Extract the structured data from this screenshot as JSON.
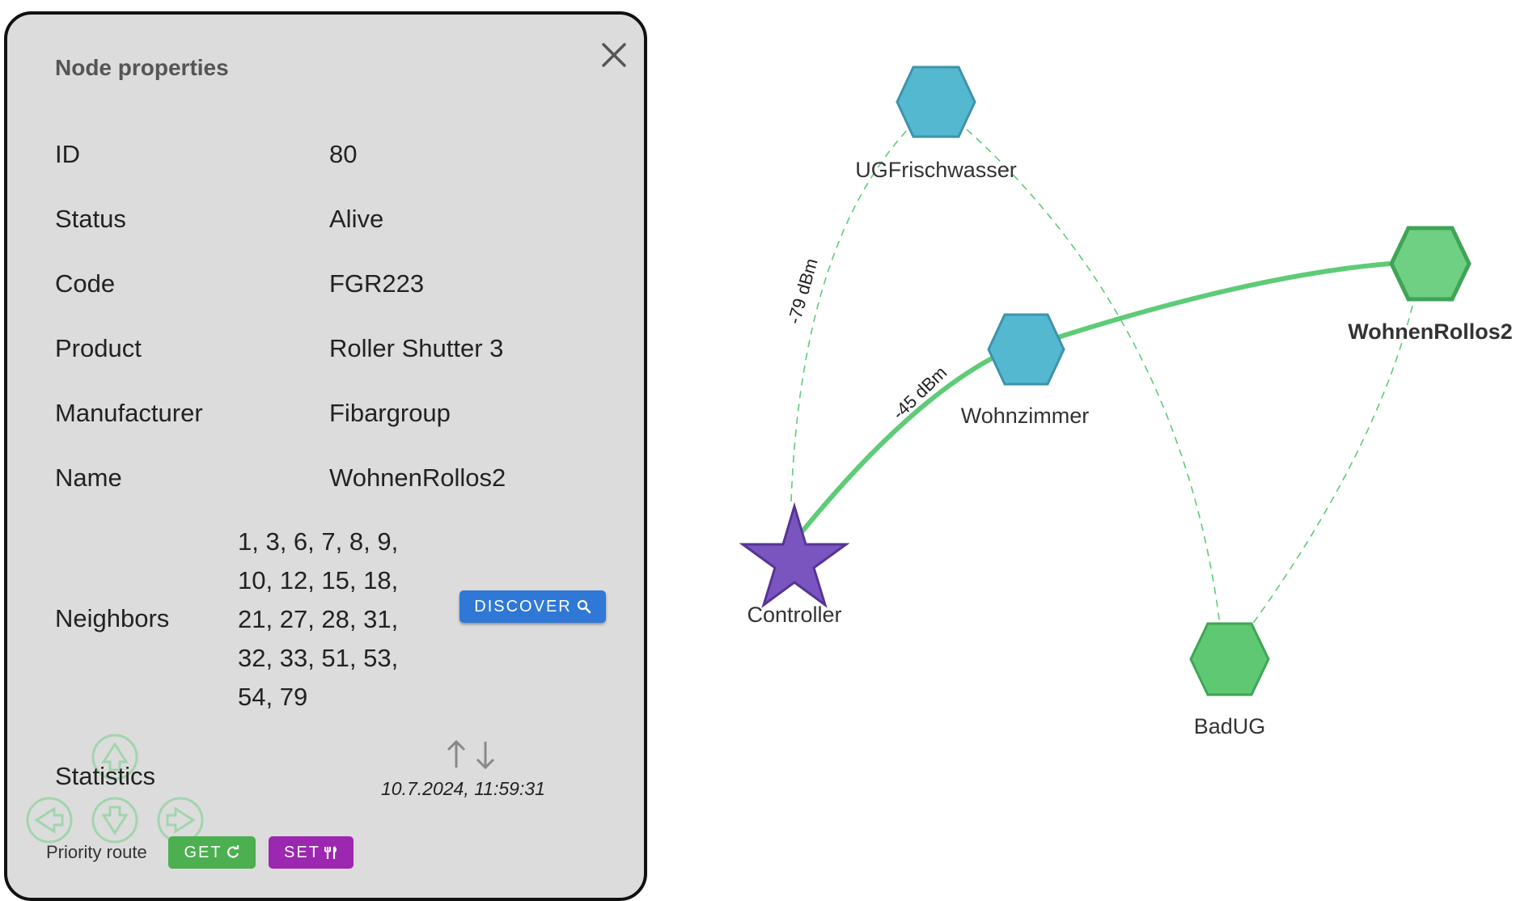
{
  "panel": {
    "title": "Node properties",
    "rows": [
      {
        "label": "ID",
        "value": "80"
      },
      {
        "label": "Status",
        "value": "Alive"
      },
      {
        "label": "Code",
        "value": "FGR223"
      },
      {
        "label": "Product",
        "value": "Roller Shutter 3"
      },
      {
        "label": "Manufacturer",
        "value": "Fibargroup"
      },
      {
        "label": "Name",
        "value": "WohnenRollos2"
      }
    ],
    "neighbors": {
      "label": "Neighbors",
      "lines": [
        "1, 3, 6, 7, 8, 9,",
        "10, 12, 15, 18,",
        "21, 27, 28, 31,",
        "32, 33, 51, 53,",
        "54, 79"
      ],
      "discover_label": "DISCOVER"
    },
    "statistics": {
      "label": "Statistics",
      "timestamp": "10.7.2024, 11:59:31"
    },
    "priority_route": {
      "label": "Priority route",
      "get_label": "GET",
      "set_label": "SET"
    }
  },
  "graph": {
    "nodes": [
      {
        "name": "UGFrischwasser",
        "shape": "hexagon",
        "color": "#54b8d1"
      },
      {
        "name": "Wohnzimmer",
        "shape": "hexagon",
        "color": "#54b8d1"
      },
      {
        "name": "WohnenRollos2",
        "shape": "hexagon",
        "color": "#6fcf83",
        "selected": true
      },
      {
        "name": "Controller",
        "shape": "star",
        "color": "#7a55c0"
      },
      {
        "name": "BadUG",
        "shape": "hexagon",
        "color": "#5fc873"
      }
    ],
    "edge_labels": [
      "-79 dBm",
      "-45 dBm"
    ],
    "colors": {
      "strong_edge": "#5ecb77",
      "weak_edge": "#5ecb77",
      "panel_bg": "#dcdcdc",
      "discover": "#2f78d6",
      "get": "#4caf50",
      "set": "#9c27b0"
    }
  }
}
